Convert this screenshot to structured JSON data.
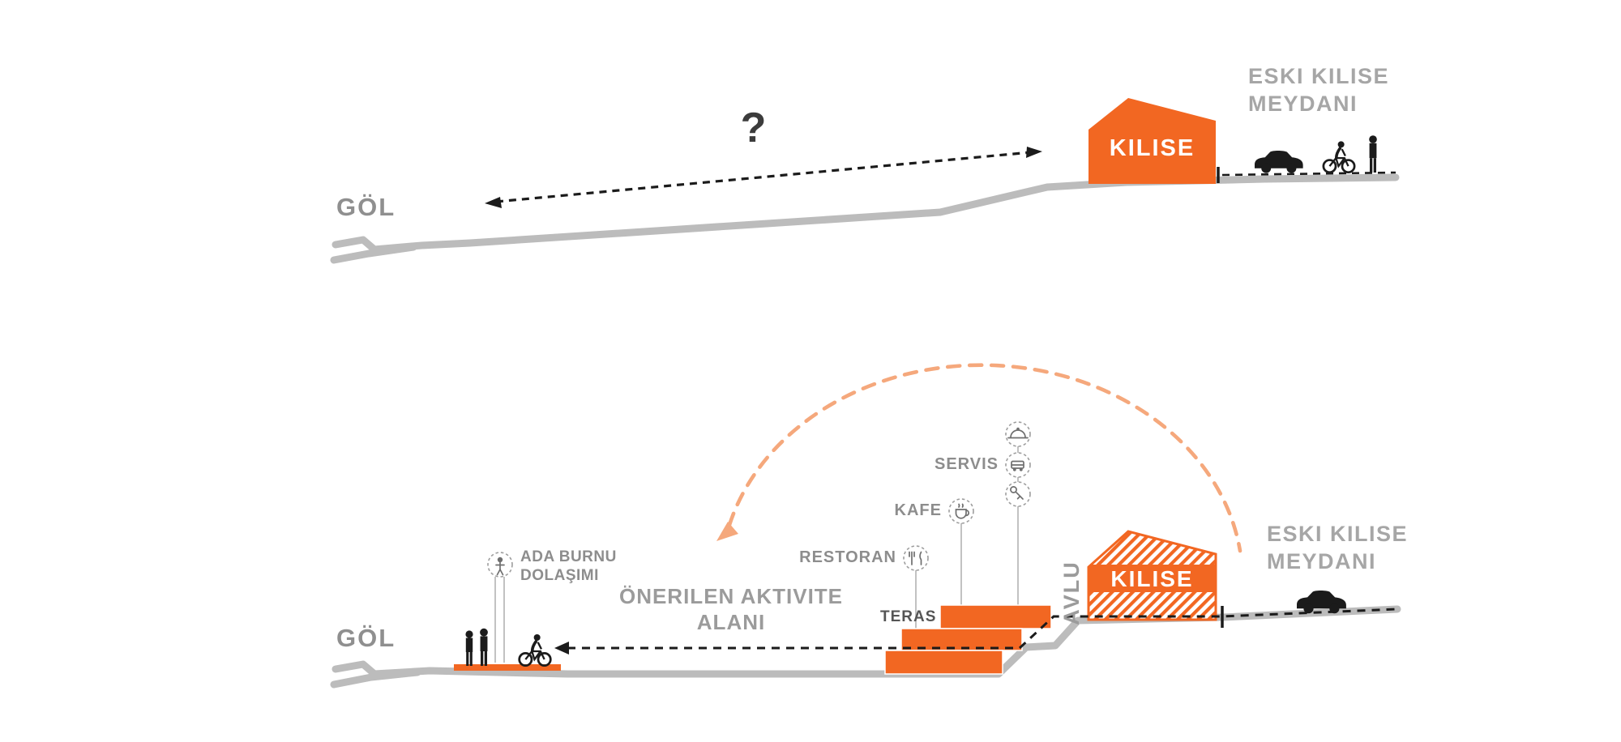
{
  "colors": {
    "orange": "#F26722",
    "orange_light": "#F5A87C",
    "gray_label": "#9D9D9D",
    "gray_dark": "#555555",
    "ground_gray": "#BCBCBC",
    "ink": "#1B1B1B"
  },
  "top_diagram": {
    "lake_label": "GÖL",
    "question_label": "?",
    "church_label": "KILISE",
    "square_label": [
      "ESKI KILISE",
      "MEYDANI"
    ]
  },
  "bottom_diagram": {
    "lake_label": "GÖL",
    "church_label": "KILISE",
    "square_label": [
      "ESKI KILISE",
      "MEYDANI"
    ],
    "courtyard_label": "AVLU",
    "terrace_label": "TERAS",
    "program_labels": {
      "restaurant": "RESTORAN",
      "cafe": "KAFE",
      "service": "SERVIS"
    },
    "circulation_label": [
      "ADA BURNU",
      "DOLAŞIMI"
    ],
    "activity_label": [
      "ÖNERILEN AKTIVITE",
      "ALANI"
    ]
  },
  "icons": {
    "service_top": "cloche-icon",
    "service_mid": "shuttle-icon",
    "service_bottom": "key-icon",
    "cafe": "coffee-icon",
    "restaurant": "fork-knife-icon",
    "circulation": "pedestrian-icon",
    "silhouettes": [
      "car-icon",
      "cyclist-icon",
      "person-icon"
    ]
  }
}
